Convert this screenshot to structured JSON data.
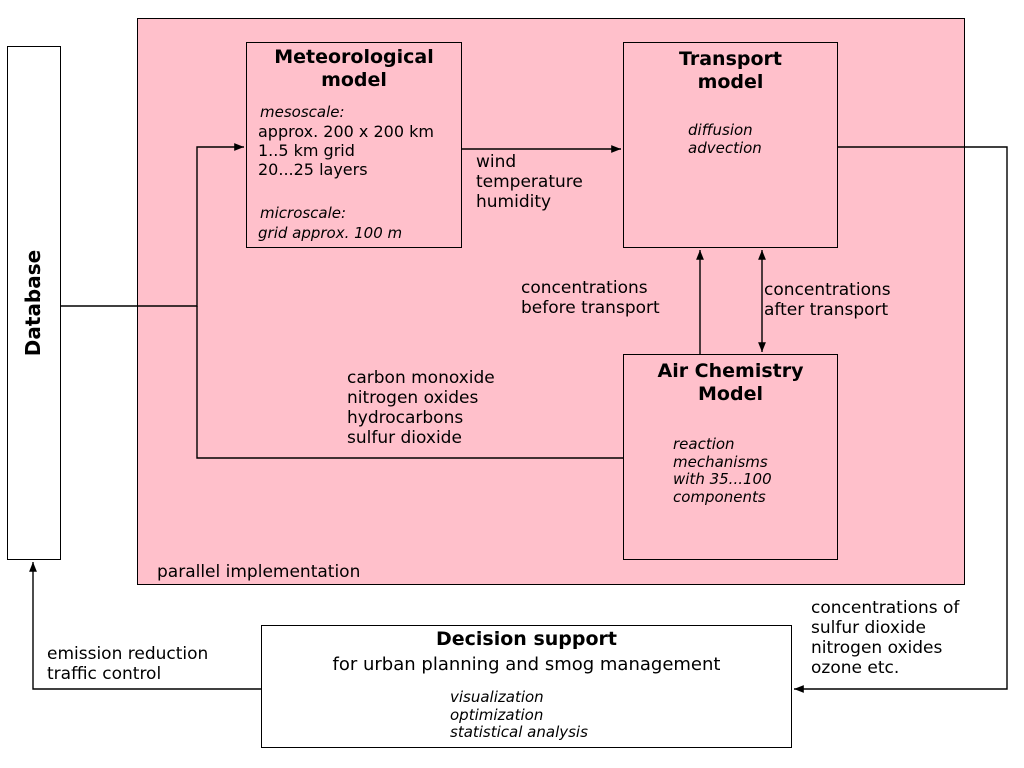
{
  "colors": {
    "parallel_region": "#ffc0cb",
    "box_fill": "#ffc0cb",
    "line": "#000000",
    "background": "#ffffff"
  },
  "database": {
    "label": "Database"
  },
  "parallel": {
    "label": "parallel implementation"
  },
  "meteorological": {
    "title": [
      "Meteorological",
      "model"
    ],
    "mesoscale_head": "mesoscale:",
    "mesoscale_lines": [
      "approx. 200 x 200 km",
      "1..5 km grid",
      "20...25 layers"
    ],
    "microscale_head": "microscale:",
    "microscale_line": "grid approx. 100 m"
  },
  "transport": {
    "title": [
      "Transport",
      "model"
    ],
    "lines": [
      "diffusion",
      "advection"
    ]
  },
  "chemistry": {
    "title": [
      "Air Chemistry",
      "Model"
    ],
    "lines": [
      "reaction",
      "mechanisms",
      "with 35...100",
      "components"
    ]
  },
  "decision": {
    "title": "Decision support",
    "subtitle": "for urban planning and smog management",
    "lines": [
      "visualization",
      "optimization",
      "statistical analysis"
    ]
  },
  "labels": {
    "met_to_transport": [
      "wind",
      "temperature",
      "humidity"
    ],
    "before_transport": [
      "concentrations",
      "before transport"
    ],
    "after_transport": [
      "concentrations",
      "after transport"
    ],
    "emissions": [
      "carbon monoxide",
      "nitrogen oxides",
      "hydrocarbons",
      "sulfur dioxide"
    ],
    "concentrations_of": [
      "concentrations of",
      "sulfur dioxide",
      "nitrogen oxides",
      "ozone etc."
    ],
    "feedback": [
      "emission reduction",
      "traffic control"
    ]
  }
}
